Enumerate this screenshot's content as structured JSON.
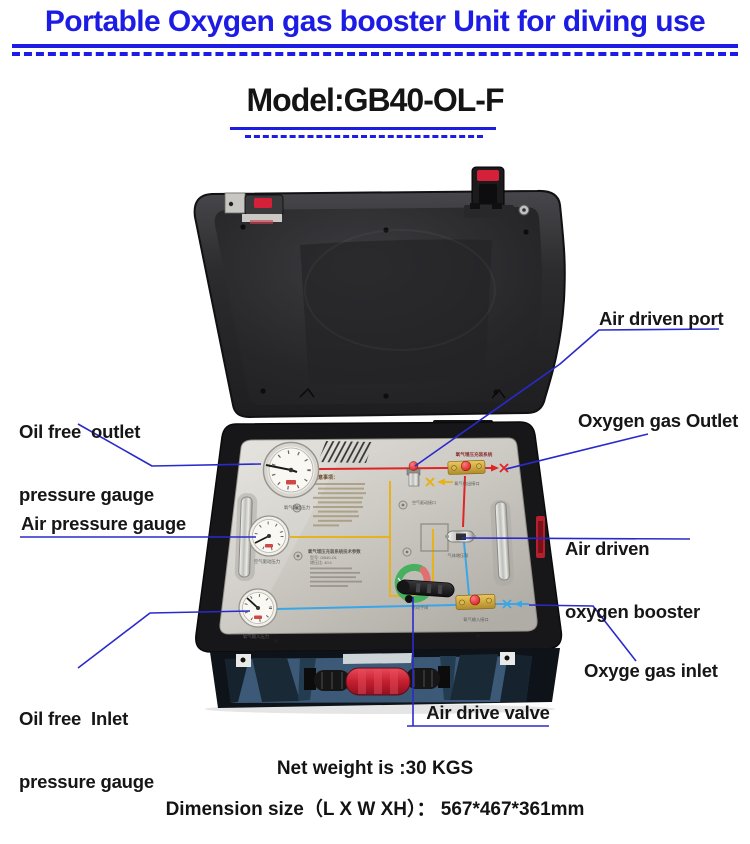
{
  "header": {
    "title": "Portable Oxygen gas booster Unit for diving use",
    "model_label": "Model:GB40-OL-F"
  },
  "annotations": {
    "air_driven_port": "Air driven port",
    "oil_free_outlet": {
      "line1": "Oil free  outlet",
      "line2": "pressure gauge"
    },
    "oxygen_gas_outlet": "Oxygen gas Outlet",
    "air_pressure_gauge": "Air pressure gauge",
    "air_driven_oxygen_booster": {
      "line1": "Air driven",
      "line2": "oxygen booster"
    },
    "oil_free_inlet": {
      "line1": "Oil free  Inlet",
      "line2": "pressure gauge"
    },
    "oxyge_gas_inlet": "Oxyge gas inlet",
    "air_drive_valve": "Air drive valve"
  },
  "footer": {
    "net_weight": "Net weight is :30 KGS",
    "dimension": "Dimension size（L X W XH）： 567*467*361mm"
  },
  "panel": {
    "system_title": "氧气增压充装系统",
    "notes_title": "注意事项：",
    "specs_title": "氧气增压充装系统技术参数",
    "spec_line1": "型号: GB40-OL",
    "spec_line2": "增压比: 40:1",
    "outlet_port_label": "氧气输出接口",
    "air_port_label": "空气驱动接口",
    "booster_label": "气体增压泵",
    "inlet_port_label": "氧气输入接口",
    "valve_label": "驱动手阀",
    "gauge_outlet_label": "氧气输出压力",
    "gauge_air_label": "空气驱动压力",
    "gauge_inlet_label": "氧气输入压力"
  },
  "colors": {
    "accent_blue": "#1c1ce4",
    "annotation_blue": "#2a2acc",
    "pipe_red": "#e02424",
    "pipe_yellow": "#e6b31e",
    "pipe_blue": "#38a6e8",
    "latch_red": "#d5203a",
    "handle_red": "#c41f30",
    "case_blue_gray": "#3c5a77"
  }
}
